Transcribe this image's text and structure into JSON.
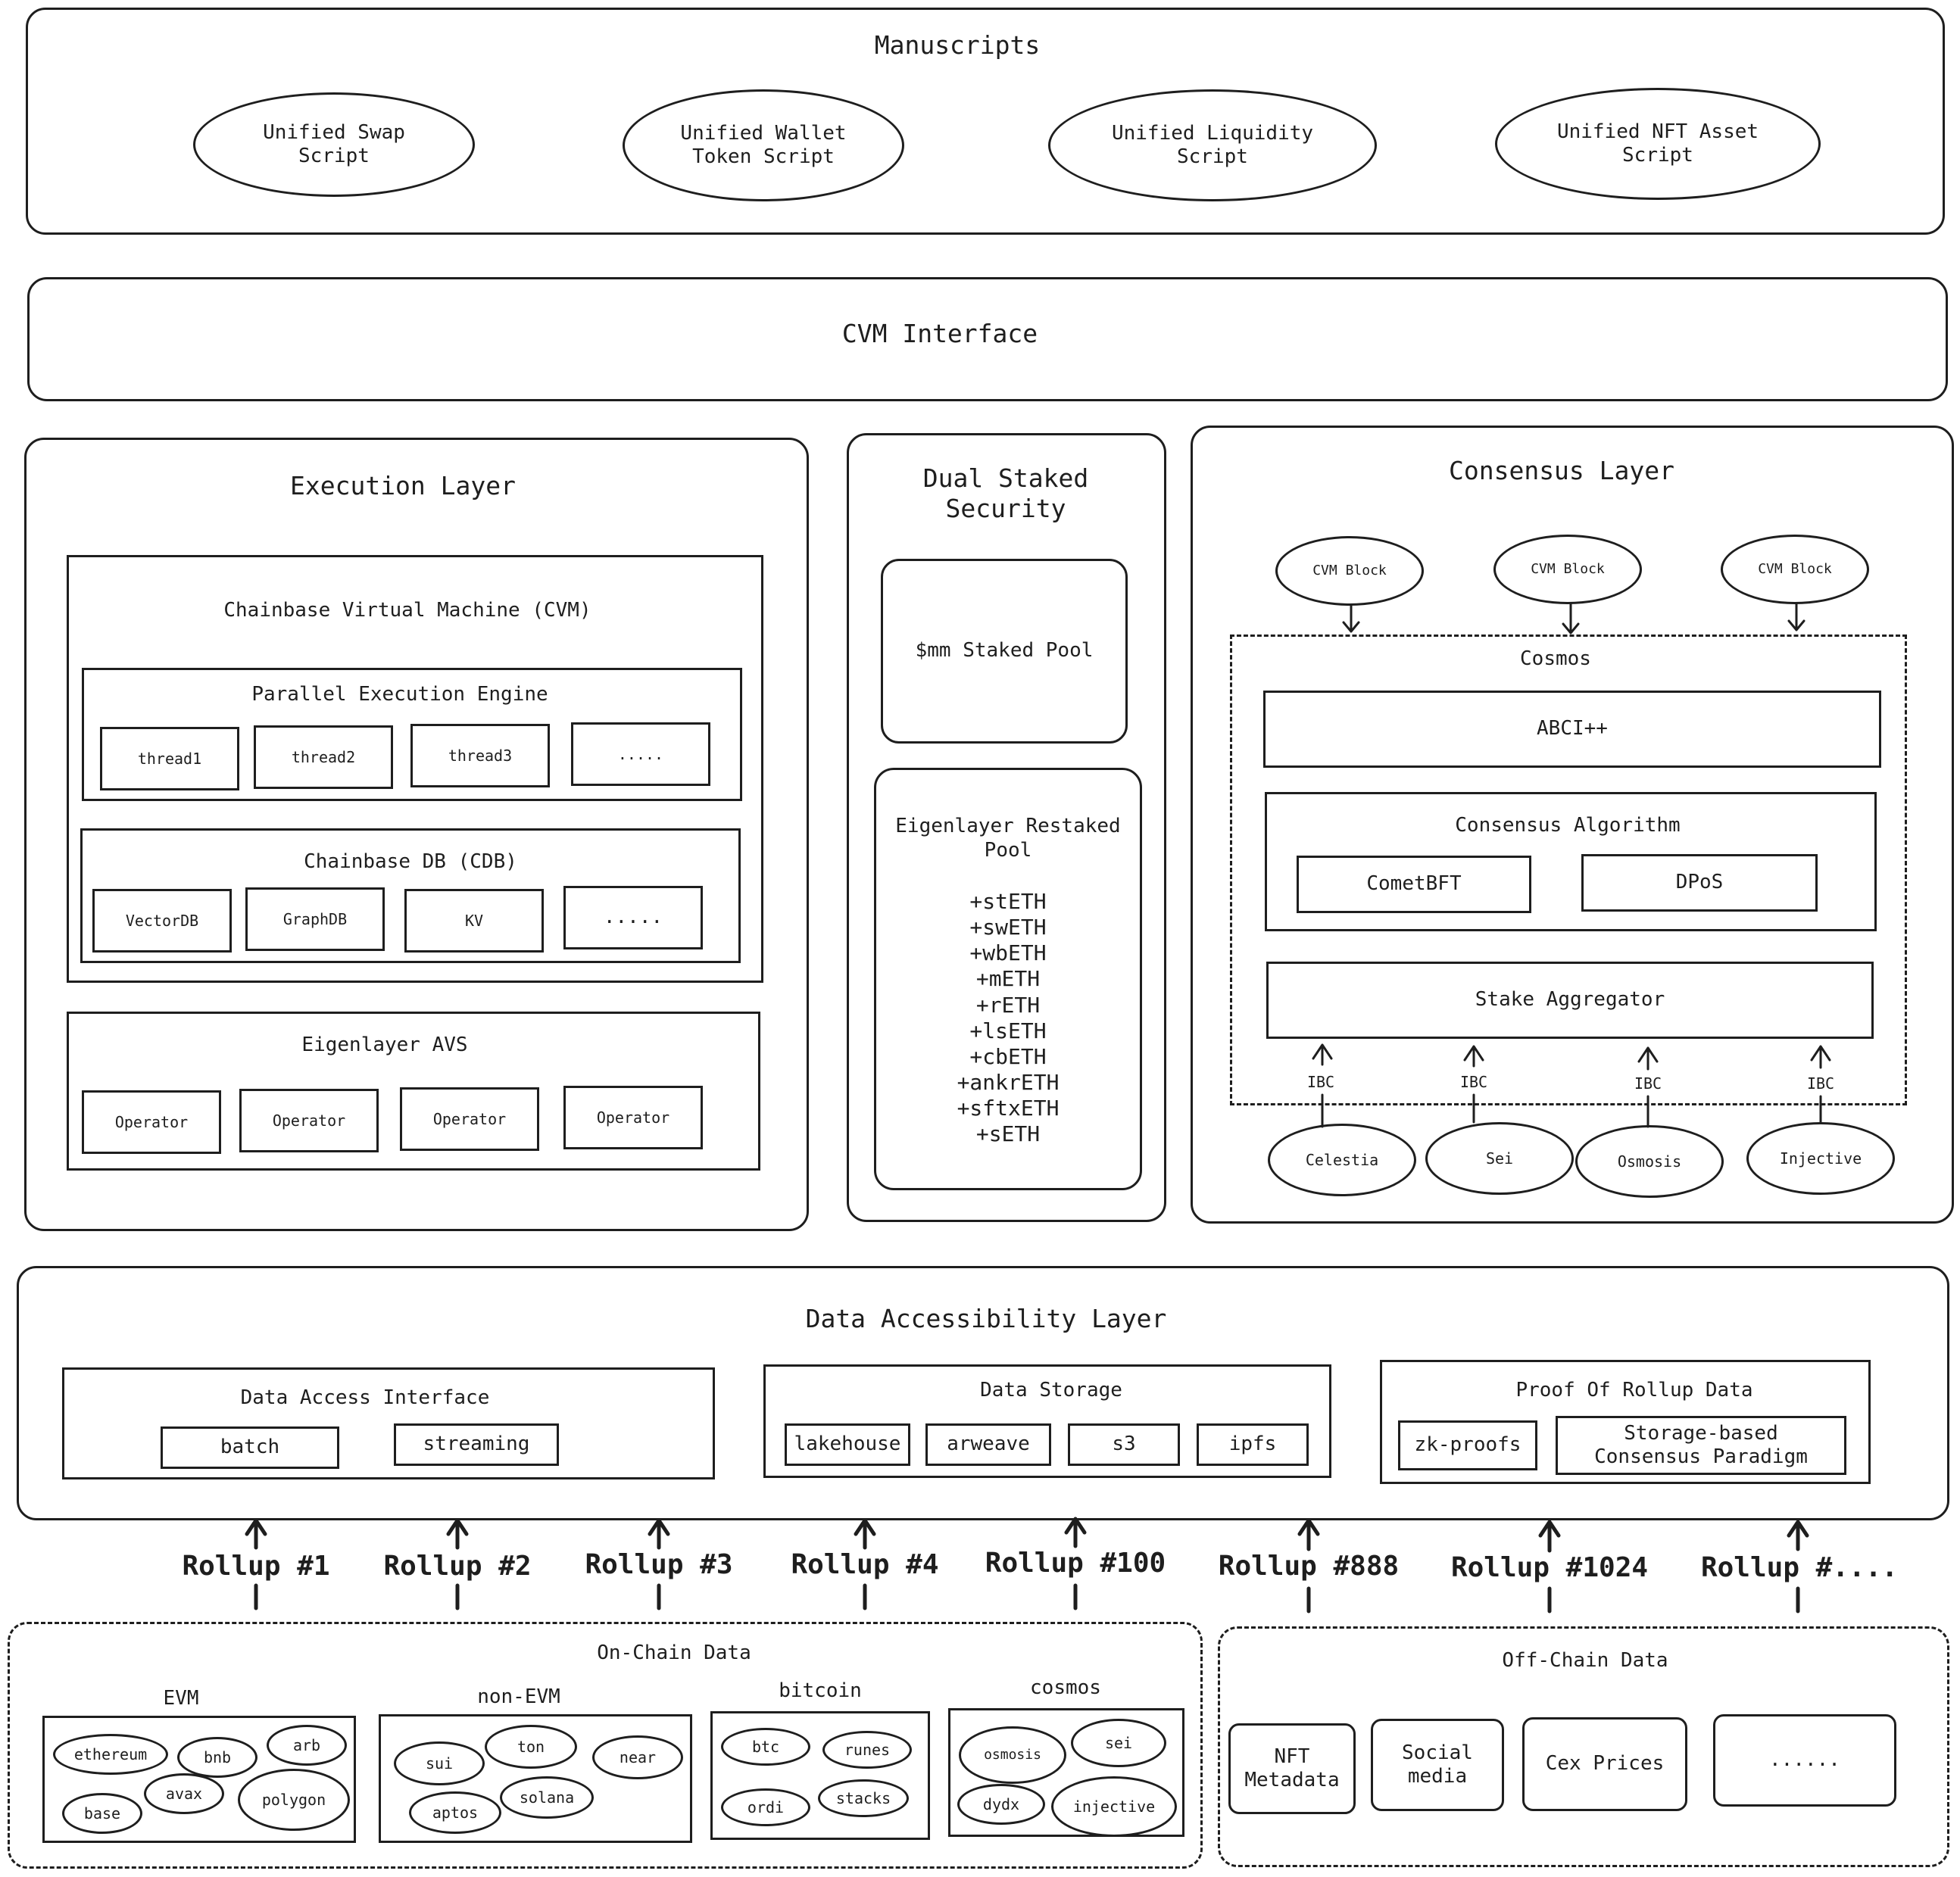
{
  "manuscripts": {
    "title": "Manuscripts",
    "scripts": [
      "Unified Swap\nScript",
      "Unified Wallet\nToken Script",
      "Unified Liquidity\nScript",
      "Unified NFT Asset\nScript"
    ]
  },
  "cvm_interface": {
    "title": "CVM Interface"
  },
  "execution": {
    "title": "Execution Layer",
    "cvm": {
      "title": "Chainbase Virtual Machine (CVM)",
      "pee": {
        "title": "Parallel Execution Engine",
        "items": [
          "thread1",
          "thread2",
          "thread3",
          "....."
        ]
      },
      "cdb": {
        "title": "Chainbase DB (CDB)",
        "items": [
          "VectorDB",
          "GraphDB",
          "KV",
          "....."
        ]
      }
    },
    "avs": {
      "title": "Eigenlayer AVS",
      "operators": [
        "Operator",
        "Operator",
        "Operator",
        "Operator"
      ]
    }
  },
  "dual": {
    "title": "Dual Staked\nSecurity",
    "mm_pool": "$mm Staked Pool",
    "eigen_pool": {
      "title": "Eigenlayer Restaked\nPool",
      "items": [
        "+stETH",
        "+swETH",
        "+wbETH",
        "+mETH",
        "+rETH",
        "+lsETH",
        "+cbETH",
        "+ankrETH",
        "+sftxETH",
        "+sETH"
      ]
    }
  },
  "consensus": {
    "title": "Consensus Layer",
    "blocks": [
      "CVM Block",
      "CVM Block",
      "CVM Block"
    ],
    "cosmos": {
      "title": "Cosmos",
      "abci": "ABCI++",
      "algorithm": {
        "title": "Consensus Algorithm",
        "items": [
          "CometBFT",
          "DPoS"
        ]
      },
      "stake_aggregator": "Stake Aggregator"
    },
    "ibc_label": "IBC",
    "chains": [
      "Celestia",
      "Sei",
      "Osmosis",
      "Injective"
    ]
  },
  "dal": {
    "title": "Data Accessibility Layer",
    "access": {
      "title": "Data Access Interface",
      "items": [
        "batch",
        "streaming"
      ]
    },
    "storage": {
      "title": "Data Storage",
      "items": [
        "lakehouse",
        "arweave",
        "s3",
        "ipfs"
      ]
    },
    "proof": {
      "title": "Proof Of Rollup Data",
      "items": [
        "zk-proofs",
        "Storage-based\nConsensus Paradigm"
      ]
    }
  },
  "rollups": [
    "Rollup #1",
    "Rollup #2",
    "Rollup #3",
    "Rollup #4",
    "Rollup #100",
    "Rollup #888",
    "Rollup #1024",
    "Rollup #...."
  ],
  "onchain": {
    "title": "On-Chain Data",
    "groups": [
      {
        "title": "EVM",
        "items": [
          "ethereum",
          "bnb",
          "arb",
          "avax",
          "base",
          "polygon"
        ]
      },
      {
        "title": "non-EVM",
        "items": [
          "sui",
          "ton",
          "near",
          "aptos",
          "solana"
        ]
      },
      {
        "title": "bitcoin",
        "items": [
          "btc",
          "runes",
          "ordi",
          "stacks"
        ]
      },
      {
        "title": "cosmos",
        "items": [
          "osmosis",
          "sei",
          "dydx",
          "injective"
        ]
      }
    ]
  },
  "offchain": {
    "title": "Off-Chain Data",
    "items": [
      "NFT\nMetadata",
      "Social\nmedia",
      "Cex Prices",
      "......"
    ]
  }
}
